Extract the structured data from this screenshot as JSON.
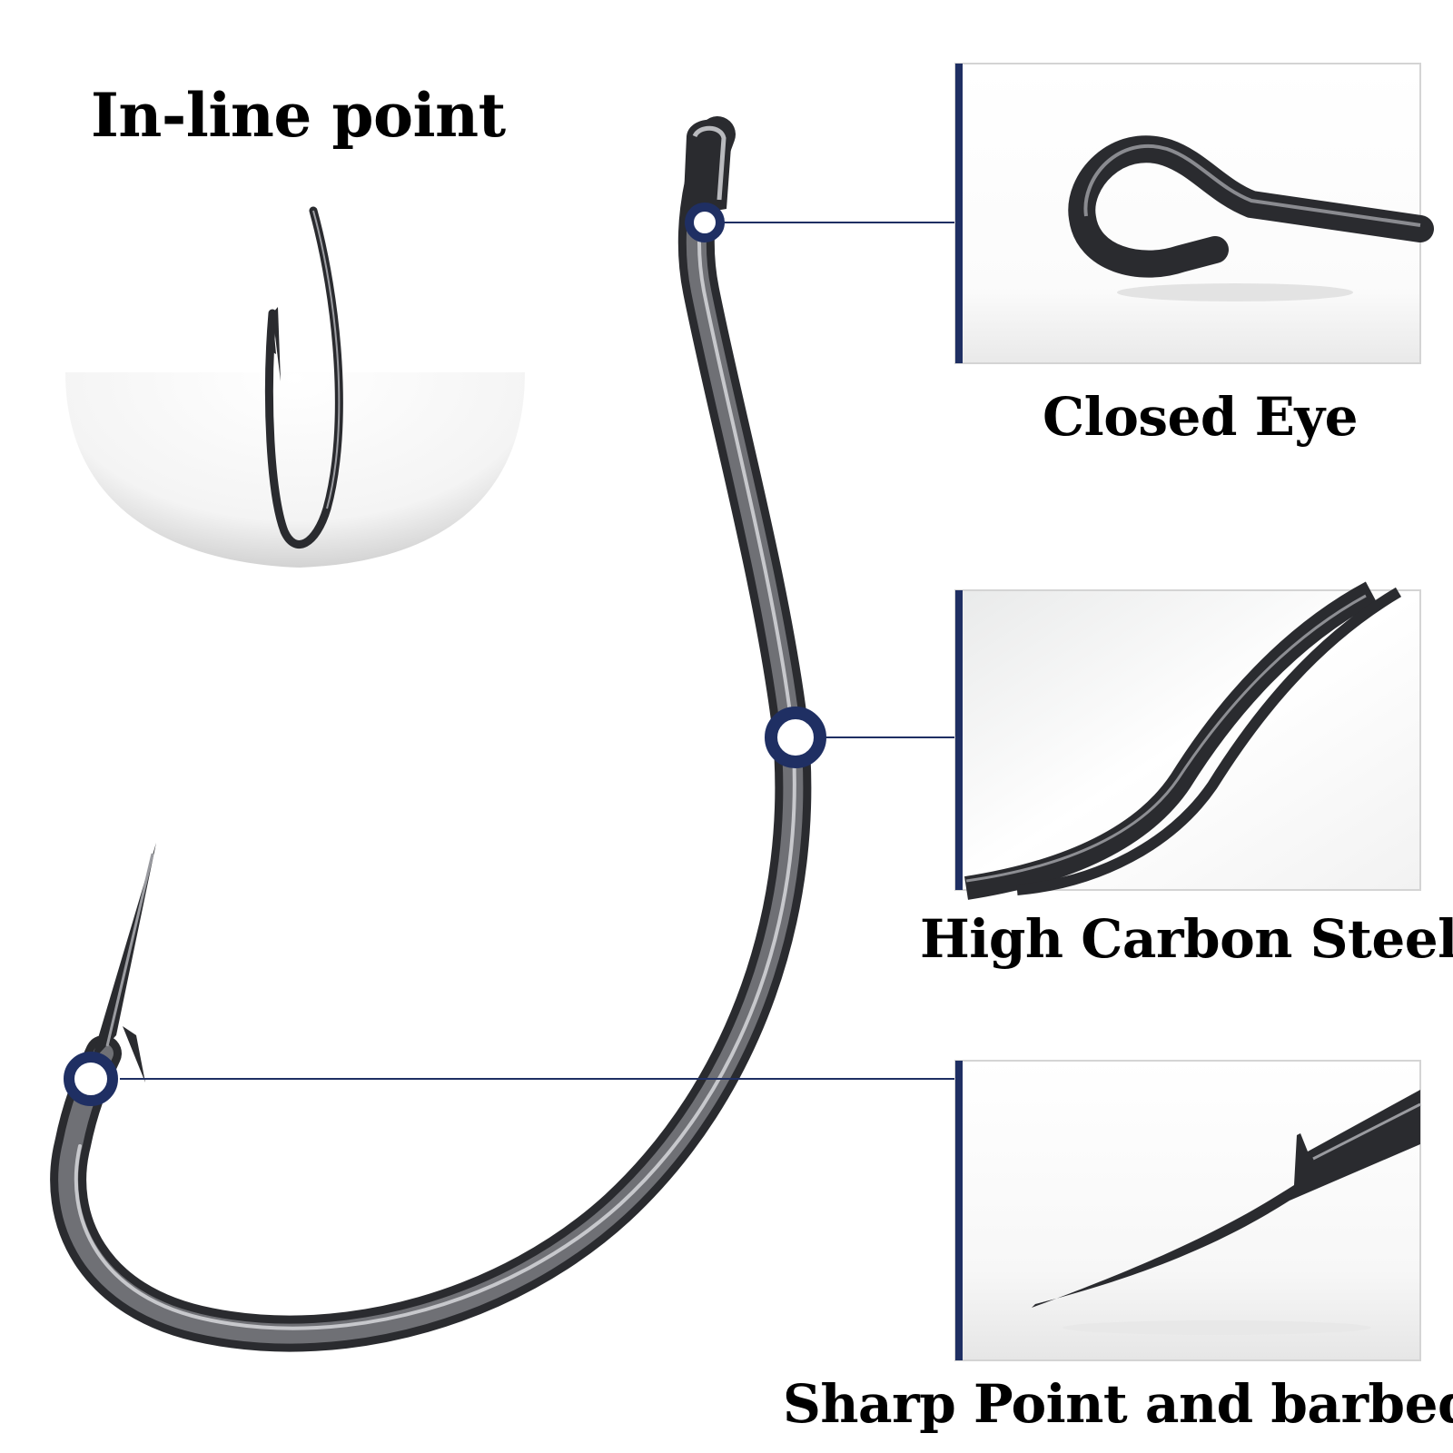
{
  "labels": {
    "inline_point": "In-line point",
    "closed_eye": "Closed Eye",
    "high_carbon_steel": "High Carbon Steel",
    "sharp_point": "Sharp Point and barbed"
  },
  "colors": {
    "marker": "#1f2f63",
    "frame_accent": "#1f2f63",
    "hook_dark": "#2b2b2f",
    "hook_mid": "#6f7075",
    "hook_light": "#c7c8cc"
  }
}
